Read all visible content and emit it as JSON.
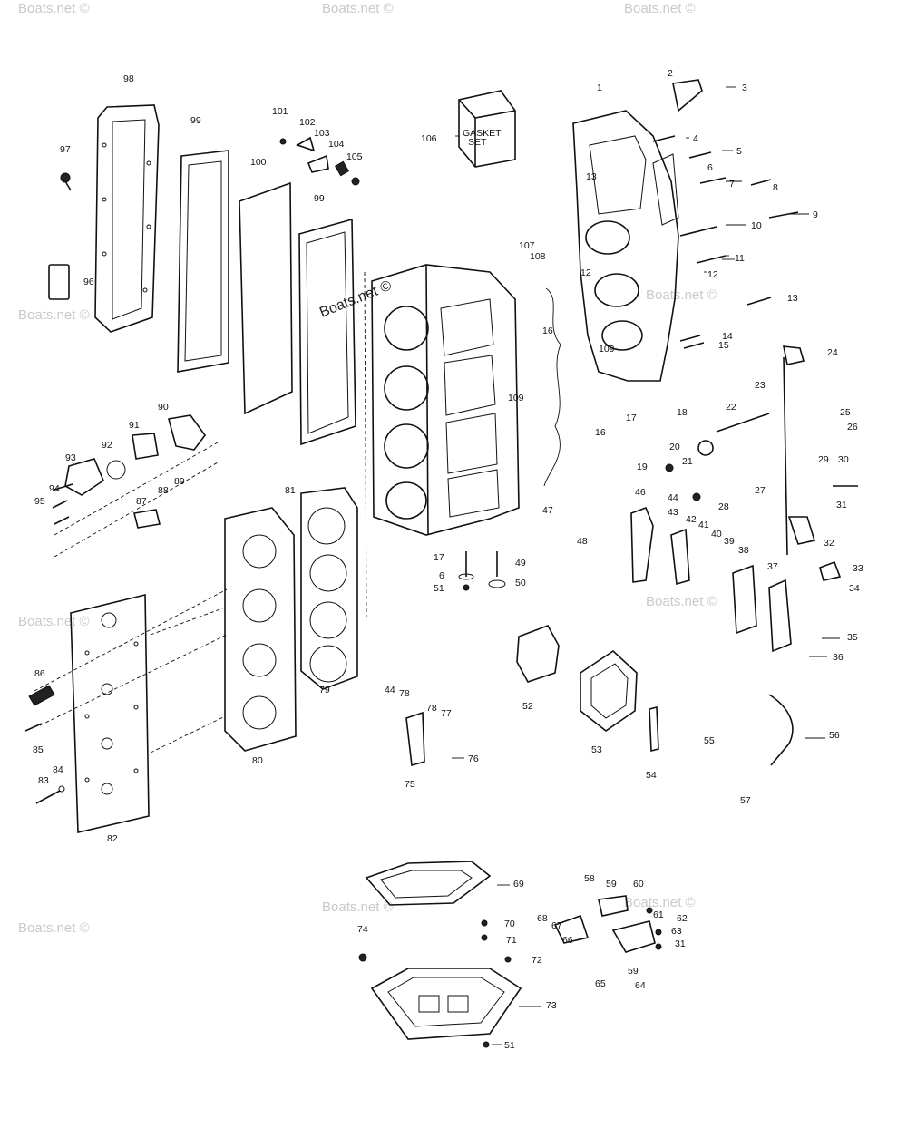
{
  "watermark": "Boats.net ©",
  "kit_box": {
    "line1": "GASKET",
    "line2": "SET"
  },
  "callouts": [
    "1",
    "2",
    "3",
    "4",
    "5",
    "6",
    "7",
    "8",
    "9",
    "10",
    "11",
    "12",
    "13",
    "14",
    "15",
    "16",
    "16",
    "17",
    "18",
    "19",
    "20",
    "21",
    "22",
    "23",
    "24",
    "25",
    "26",
    "27",
    "28",
    "29",
    "30",
    "31",
    "32",
    "33",
    "34",
    "35",
    "36",
    "37",
    "38",
    "39",
    "40",
    "41",
    "42",
    "43",
    "44",
    "46",
    "47",
    "48",
    "17",
    "6",
    "51",
    "49",
    "50",
    "52",
    "53",
    "54",
    "55",
    "56",
    "57",
    "58",
    "59",
    "60",
    "61",
    "62",
    "63",
    "31",
    "59",
    "64",
    "65",
    "66",
    "67",
    "68",
    "69",
    "70",
    "71",
    "72",
    "73",
    "74",
    "51",
    "75",
    "76",
    "44",
    "78",
    "78",
    "77",
    "79",
    "80",
    "81",
    "82",
    "83",
    "84",
    "85",
    "86",
    "87",
    "88",
    "89",
    "90",
    "91",
    "92",
    "93",
    "94",
    "95",
    "96",
    "97",
    "98",
    "99",
    "99",
    "100",
    "101",
    "102",
    "103",
    "104",
    "105",
    "106",
    "107",
    "108",
    "109",
    "109",
    "12",
    "13"
  ]
}
